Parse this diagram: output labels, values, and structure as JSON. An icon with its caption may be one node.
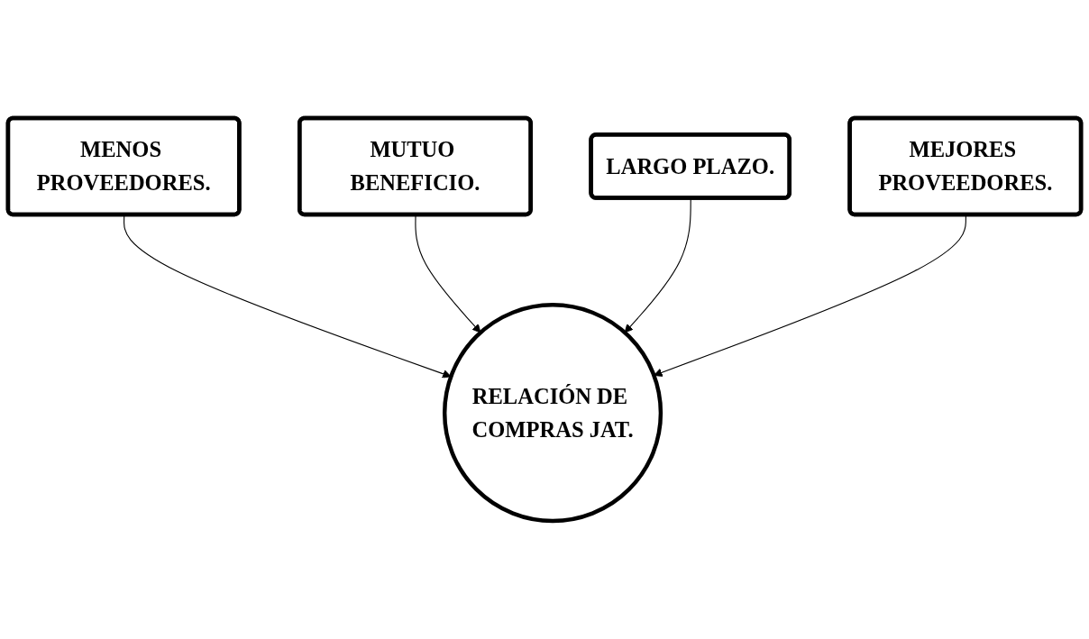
{
  "diagram": {
    "nodes": [
      {
        "text": [
          "MENOS PROVEEDORES."
        ]
      },
      {
        "text": [
          "MUTUO BENEFICIO."
        ]
      },
      {
        "text": [
          "LARGO PLAZO."
        ]
      },
      {
        "text": [
          "MEJORES PROVEEDORES."
        ]
      },
      {
        "text": [
          "RELACIÓN DE COMPRAS JAT."
        ]
      }
    ],
    "edges": [
      {
        "from": 0,
        "to": 4,
        "arrow": "to"
      },
      {
        "from": 1,
        "to": 4,
        "arrow": "to"
      },
      {
        "from": 2,
        "to": 4,
        "arrow": "to"
      },
      {
        "from": 3,
        "to": 4,
        "arrow": "to"
      }
    ]
  }
}
